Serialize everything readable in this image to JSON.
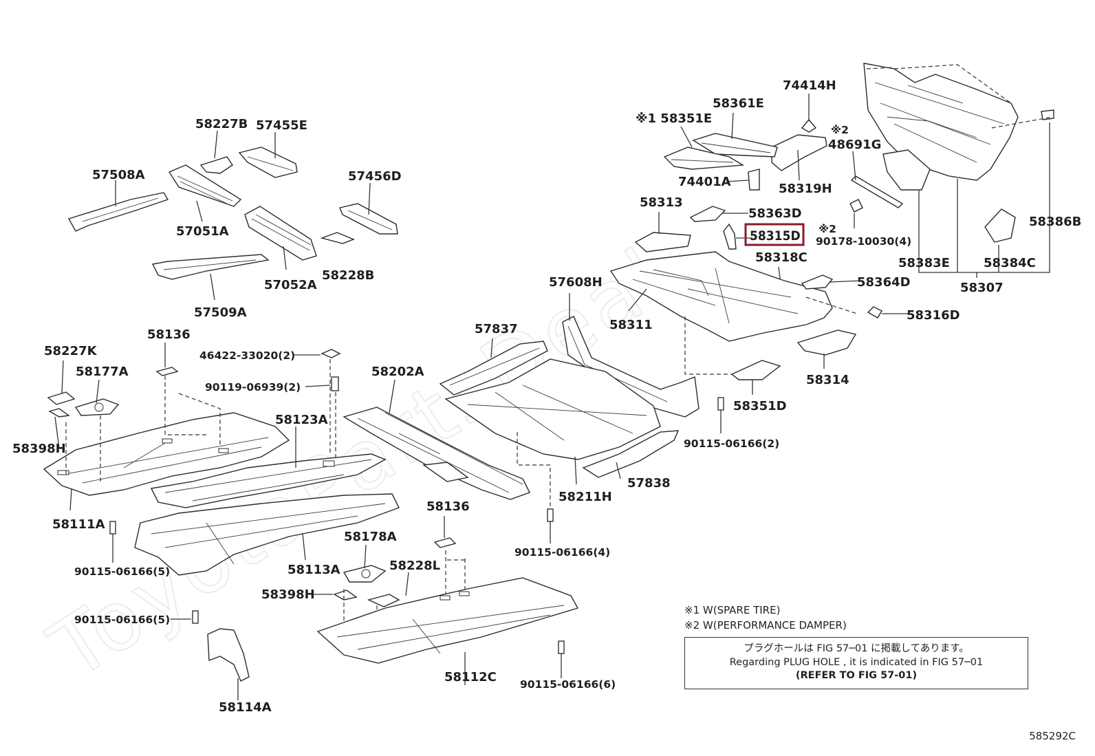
{
  "diagram": {
    "watermark": "ToyotaPartsDeal",
    "figure_id": "585292C",
    "highlighted_part": "58315D",
    "highlight_color": "#8b1a2b",
    "notes": {
      "note1": "※1 W(SPARE TIRE)",
      "note2": "※2 W(PERFORMANCE DAMPER)"
    },
    "plug_hole": {
      "line1": "プラグホールは FIG  57─01 に掲載してあります。",
      "line2": "Regarding  PLUG  HOLE , it is indicated in FIG  57─01",
      "line3": "(REFER  TO  FIG 57-01)"
    },
    "labels": [
      {
        "id": "l-58227B",
        "text": "58227B"
      },
      {
        "id": "l-57455E",
        "text": "57455E"
      },
      {
        "id": "l-57508A",
        "text": "57508A"
      },
      {
        "id": "l-57456D",
        "text": "57456D"
      },
      {
        "id": "l-57051A",
        "text": "57051A"
      },
      {
        "id": "l-58228B",
        "text": "58228B"
      },
      {
        "id": "l-57052A",
        "text": "57052A"
      },
      {
        "id": "l-57509A",
        "text": "57509A"
      },
      {
        "id": "l-74414H",
        "text": "74414H"
      },
      {
        "id": "l-58361E",
        "text": "58361E"
      },
      {
        "id": "l-58351E",
        "text": "※1 58351E"
      },
      {
        "id": "l-48691G",
        "text": "48691G"
      },
      {
        "id": "l-48691G-mark",
        "text": "※2"
      },
      {
        "id": "l-74401A",
        "text": "74401A"
      },
      {
        "id": "l-58319H",
        "text": "58319H"
      },
      {
        "id": "l-58313",
        "text": "58313"
      },
      {
        "id": "l-58363D",
        "text": "58363D"
      },
      {
        "id": "l-58315D",
        "text": "58315D"
      },
      {
        "id": "l-90178",
        "text": "90178-10030(4)"
      },
      {
        "id": "l-90178-mark",
        "text": "※2"
      },
      {
        "id": "l-58386B",
        "text": "58386B"
      },
      {
        "id": "l-58318C",
        "text": "58318C"
      },
      {
        "id": "l-58383E",
        "text": "58383E"
      },
      {
        "id": "l-58384C",
        "text": "58384C"
      },
      {
        "id": "l-58307",
        "text": "58307"
      },
      {
        "id": "l-57608H",
        "text": "57608H"
      },
      {
        "id": "l-58364D",
        "text": "58364D"
      },
      {
        "id": "l-58311",
        "text": "58311"
      },
      {
        "id": "l-58316D",
        "text": "58316D"
      },
      {
        "id": "l-58227K",
        "text": "58227K"
      },
      {
        "id": "l-58136a",
        "text": "58136"
      },
      {
        "id": "l-46422",
        "text": "46422-33020(2)"
      },
      {
        "id": "l-57837",
        "text": "57837"
      },
      {
        "id": "l-58177A",
        "text": "58177A"
      },
      {
        "id": "l-90119",
        "text": "90119-06939(2)"
      },
      {
        "id": "l-58202A",
        "text": "58202A"
      },
      {
        "id": "l-58314",
        "text": "58314"
      },
      {
        "id": "l-58351D",
        "text": "58351D"
      },
      {
        "id": "l-58123A",
        "text": "58123A"
      },
      {
        "id": "l-58398Ha",
        "text": "58398H"
      },
      {
        "id": "l-90115-2",
        "text": "90115-06166(2)"
      },
      {
        "id": "l-57838",
        "text": "57838"
      },
      {
        "id": "l-58211H",
        "text": "58211H"
      },
      {
        "id": "l-58111A",
        "text": "58111A"
      },
      {
        "id": "l-58136b",
        "text": "58136"
      },
      {
        "id": "l-58178A",
        "text": "58178A"
      },
      {
        "id": "l-90115-4",
        "text": "90115-06166(4)"
      },
      {
        "id": "l-90115-5a",
        "text": "90115-06166(5)"
      },
      {
        "id": "l-58113A",
        "text": "58113A"
      },
      {
        "id": "l-58228L",
        "text": "58228L"
      },
      {
        "id": "l-58398Hb",
        "text": "58398H"
      },
      {
        "id": "l-90115-5b",
        "text": "90115-06166(5)"
      },
      {
        "id": "l-58112C",
        "text": "58112C"
      },
      {
        "id": "l-90115-6",
        "text": "90115-06166(6)"
      },
      {
        "id": "l-58114A",
        "text": "58114A"
      }
    ]
  }
}
